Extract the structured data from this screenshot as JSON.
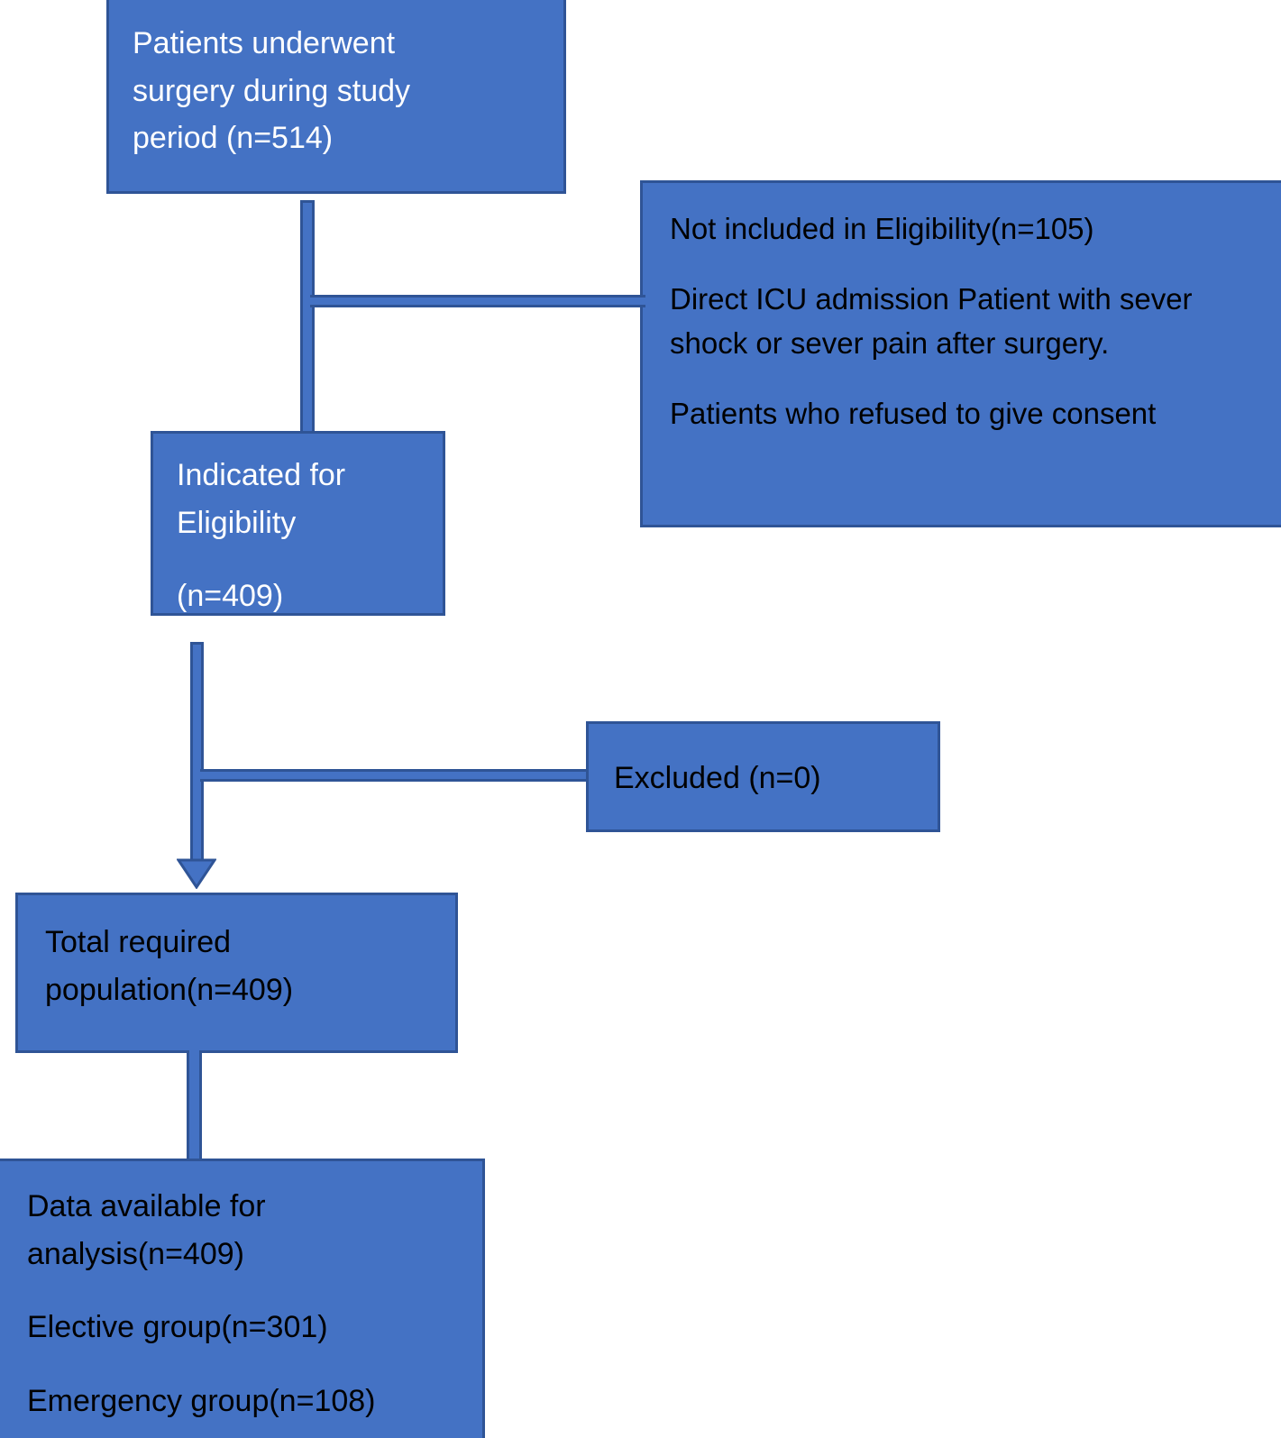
{
  "diagram": {
    "title": "Patient flow diagram (CONSORT-style)",
    "colors": {
      "box_fill": "#4472C4",
      "box_border": "#2F5496",
      "white_text": "#FFFFFF",
      "black_text": "#000000",
      "background": "#FFFFFF"
    },
    "nodes": {
      "enrolled": {
        "name": "patients-underwent-surgery-box",
        "lines": [
          "Patients underwent",
          "surgery during study",
          "period (n=514)"
        ],
        "text_color": "white"
      },
      "not_included": {
        "name": "not-included-box",
        "lines": [
          "Not included in Eligibility(n=105)",
          "Direct ICU admission Patient with sever shock or sever pain after surgery.",
          " Patients who refused to give consent"
        ],
        "text_color": "black"
      },
      "eligibility": {
        "name": "indicated-for-eligibility-box",
        "lines": [
          "Indicated for",
          "Eligibility",
          "(n=409)"
        ],
        "text_color": "white"
      },
      "excluded": {
        "name": "excluded-box",
        "lines": [
          "Excluded (n=0)"
        ],
        "text_color": "black"
      },
      "total_population": {
        "name": "total-required-population-box",
        "lines": [
          "Total required",
          "population(n=409)"
        ],
        "text_color": "black"
      },
      "analysis": {
        "name": "data-available-for-analysis-box",
        "lines": [
          "Data available for",
          "analysis(n=409)",
          "Elective group(n=301)",
          "Emergency group(n=108)"
        ],
        "text_color": "black"
      }
    },
    "connectors": [
      {
        "name": "enrolled-to-eligibility",
        "type": "vertical"
      },
      {
        "name": "enrolled-to-not-included",
        "type": "horizontal"
      },
      {
        "name": "eligibility-to-total-population",
        "type": "vertical-arrow"
      },
      {
        "name": "eligibility-to-excluded",
        "type": "horizontal"
      },
      {
        "name": "total-population-to-analysis",
        "type": "vertical"
      }
    ],
    "counts": {
      "underwent_surgery": 514,
      "not_included": 105,
      "indicated_for_eligibility": 409,
      "excluded": 0,
      "total_required_population": 409,
      "data_available_for_analysis": 409,
      "elective_group": 301,
      "emergency_group": 108
    }
  }
}
